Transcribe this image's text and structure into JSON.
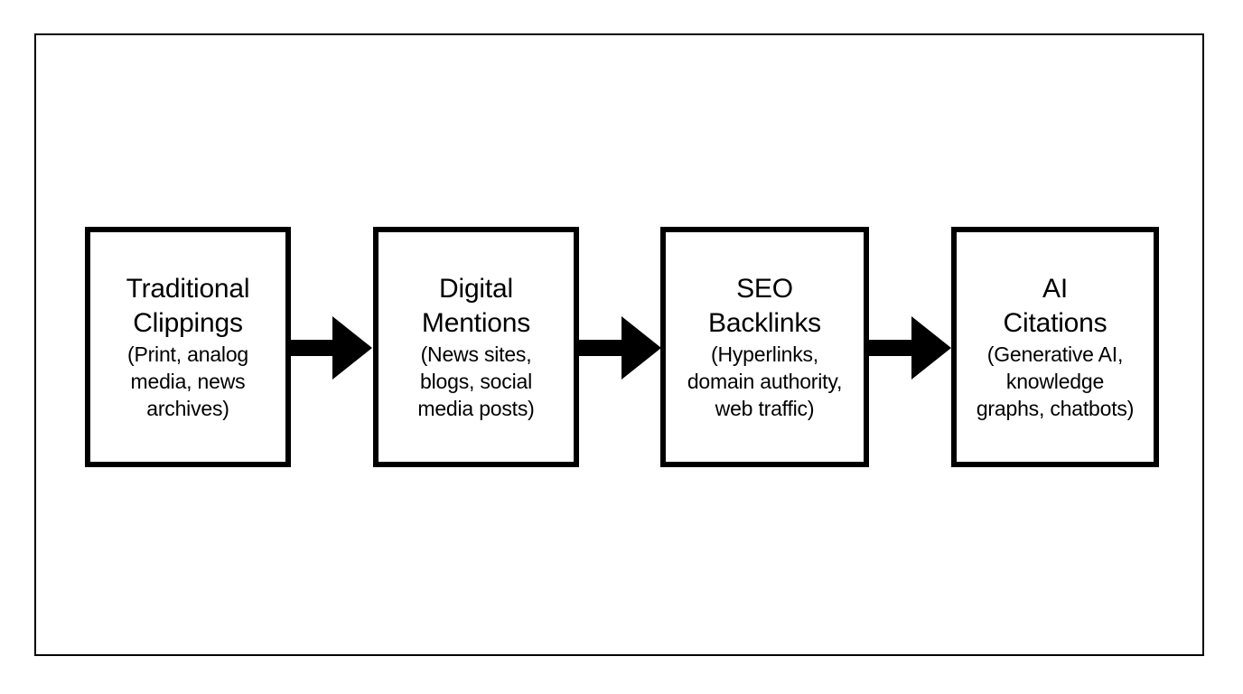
{
  "diagram": {
    "type": "linear-flow",
    "orientation": "left-to-right",
    "frame": {
      "border_color": "#000000",
      "background": "#ffffff"
    },
    "node_border_color": "#000000",
    "node_fill_color": "#ffffff",
    "arrow_color": "#000000",
    "text_color": "#000000",
    "stages": [
      {
        "id": "traditional-clippings",
        "title": "Traditional\nClippings",
        "title_line1": "Traditional",
        "title_line2": "Clippings",
        "subtitle": "(Print, analog media, news archives)",
        "subtitle_line1": "(Print, analog",
        "subtitle_line2": "media, news",
        "subtitle_line3": "archives)"
      },
      {
        "id": "digital-mentions",
        "title": "Digital\nMentions",
        "title_line1": "Digital",
        "title_line2": "Mentions",
        "subtitle": "(News sites, blogs, social media posts)",
        "subtitle_line1": "(News sites,",
        "subtitle_line2": "blogs, social",
        "subtitle_line3": "media posts)"
      },
      {
        "id": "seo-backlinks",
        "title": "SEO\nBacklinks",
        "title_line1": "SEO",
        "title_line2": "Backlinks",
        "subtitle": "(Hyperlinks, domain authority, web traffic)",
        "subtitle_line1": "(Hyperlinks,",
        "subtitle_line2": "domain authority,",
        "subtitle_line3": "web traffic)"
      },
      {
        "id": "ai-citations",
        "title": "AI\nCitations",
        "title_line1": "AI",
        "title_line2": "Citations",
        "subtitle": "(Generative AI, knowledge graphs, chatbots)",
        "subtitle_line1": "(Generative AI,",
        "subtitle_line2": "knowledge",
        "subtitle_line3": "graphs, chatbots)"
      }
    ],
    "connectors": [
      {
        "id": "arrow-1",
        "from": "traditional-clippings",
        "to": "digital-mentions",
        "shape": "block-arrow-right"
      },
      {
        "id": "arrow-2",
        "from": "digital-mentions",
        "to": "seo-backlinks",
        "shape": "block-arrow-right"
      },
      {
        "id": "arrow-3",
        "from": "seo-backlinks",
        "to": "ai-citations",
        "shape": "block-arrow-right"
      }
    ]
  }
}
